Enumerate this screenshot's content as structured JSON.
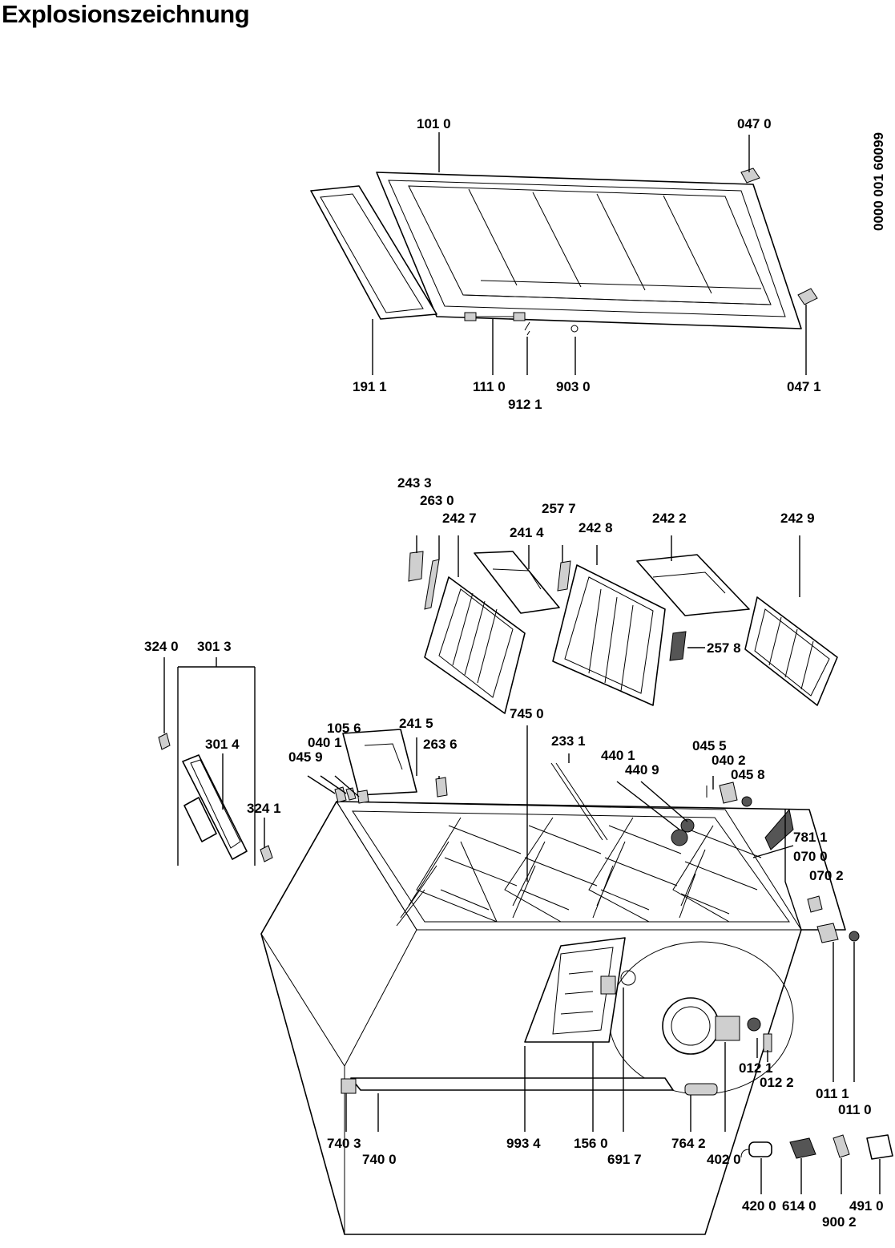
{
  "title": "Explosionszeichnung",
  "document_number": "0000 001 60099",
  "callouts": [
    {
      "id": "c1011",
      "text": "101 0"
    },
    {
      "id": "c0470",
      "text": "047 0"
    },
    {
      "id": "c1911",
      "text": "191 1"
    },
    {
      "id": "c1110",
      "text": "111 0"
    },
    {
      "id": "c9121",
      "text": "912 1"
    },
    {
      "id": "c9030",
      "text": "903 0"
    },
    {
      "id": "c0471",
      "text": "047 1"
    },
    {
      "id": "c2433",
      "text": "243 3"
    },
    {
      "id": "c2630",
      "text": "263 0"
    },
    {
      "id": "c2427",
      "text": "242 7"
    },
    {
      "id": "c2414",
      "text": "241 4"
    },
    {
      "id": "c2577",
      "text": "257 7"
    },
    {
      "id": "c2428",
      "text": "242 8"
    },
    {
      "id": "c2422",
      "text": "242 2"
    },
    {
      "id": "c2429",
      "text": "242 9"
    },
    {
      "id": "c2578",
      "text": "257 8"
    },
    {
      "id": "c3240",
      "text": "324 0"
    },
    {
      "id": "c3013",
      "text": "301 3"
    },
    {
      "id": "c3014",
      "text": "301 4"
    },
    {
      "id": "c3241",
      "text": "324 1"
    },
    {
      "id": "c0459",
      "text": "045 9"
    },
    {
      "id": "c0401",
      "text": "040 1"
    },
    {
      "id": "c1056",
      "text": "105 6"
    },
    {
      "id": "c2415",
      "text": "241 5"
    },
    {
      "id": "c2636",
      "text": "263 6"
    },
    {
      "id": "c7450",
      "text": "745 0"
    },
    {
      "id": "c2331",
      "text": "233 1"
    },
    {
      "id": "c4401",
      "text": "440 1"
    },
    {
      "id": "c4409",
      "text": "440 9"
    },
    {
      "id": "c0455",
      "text": "045 5"
    },
    {
      "id": "c0402",
      "text": "040 2"
    },
    {
      "id": "c0458",
      "text": "045 8"
    },
    {
      "id": "c7811",
      "text": "781 1"
    },
    {
      "id": "c0700",
      "text": "070 0"
    },
    {
      "id": "c0702",
      "text": "070 2"
    },
    {
      "id": "c0121",
      "text": "012 1"
    },
    {
      "id": "c0122",
      "text": "012 2"
    },
    {
      "id": "c0111",
      "text": "011 1"
    },
    {
      "id": "c0110",
      "text": "011 0"
    },
    {
      "id": "c7403",
      "text": "740 3"
    },
    {
      "id": "c7400",
      "text": "740 0"
    },
    {
      "id": "c9934",
      "text": "993 4"
    },
    {
      "id": "c1560",
      "text": "156 0"
    },
    {
      "id": "c6917",
      "text": "691 7"
    },
    {
      "id": "c7642",
      "text": "764 2"
    },
    {
      "id": "c4020",
      "text": "402 0"
    },
    {
      "id": "c4200",
      "text": "420 0"
    },
    {
      "id": "c6140",
      "text": "614 0"
    },
    {
      "id": "c9002",
      "text": "900 2"
    },
    {
      "id": "c4910",
      "text": "491 0"
    }
  ]
}
